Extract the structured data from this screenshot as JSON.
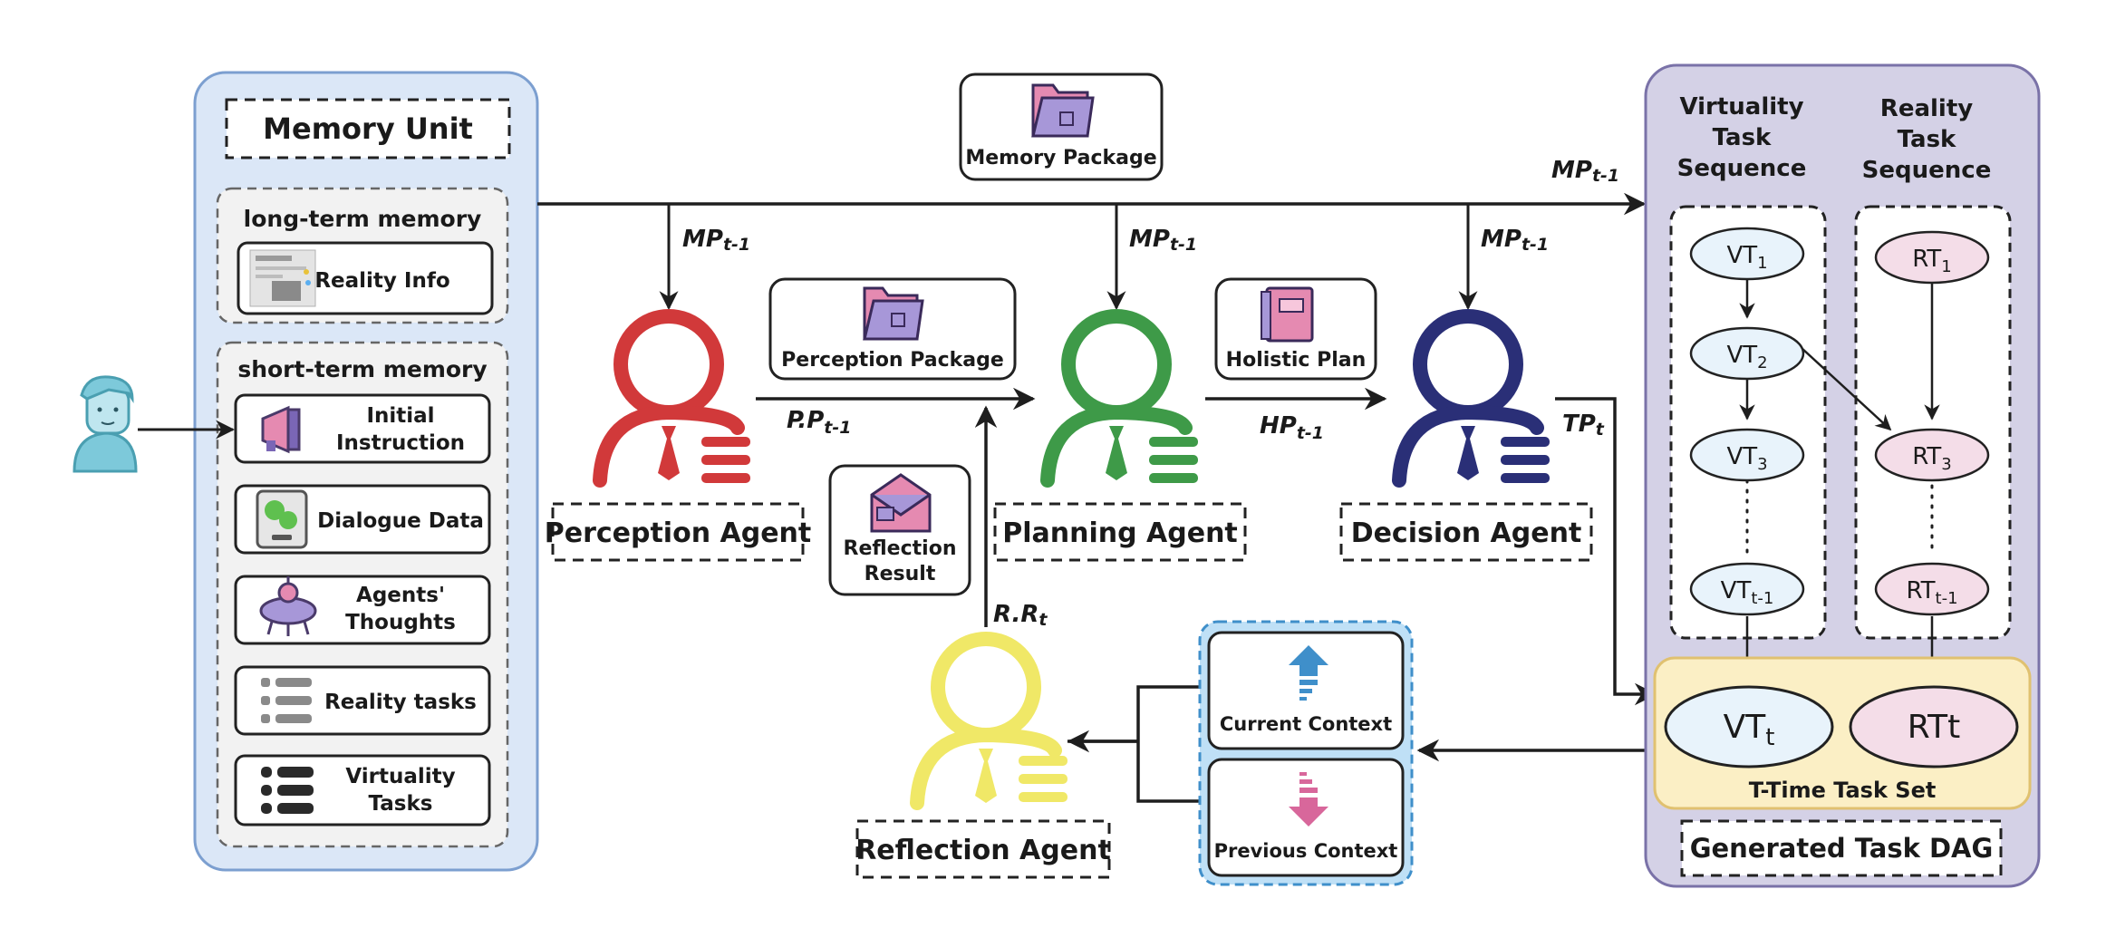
{
  "memory_unit": {
    "title": "Memory Unit",
    "long_term": {
      "title": "long-term memory",
      "items": [
        "Reality Info"
      ]
    },
    "short_term": {
      "title": "short-term memory",
      "items": [
        [
          "Initial",
          "Instruction"
        ],
        [
          "Dialogue Data"
        ],
        [
          "Agents'",
          "Thoughts"
        ],
        [
          "Reality tasks"
        ],
        [
          "Virtuality",
          "Tasks"
        ]
      ]
    }
  },
  "packages": {
    "memory": "Memory Package",
    "perception": "Perception Package",
    "holistic": "Holistic Plan",
    "reflection": [
      "Reflection",
      "Result"
    ]
  },
  "agents": {
    "perception": "Perception Agent",
    "planning": "Planning Agent",
    "decision": "Decision Agent",
    "reflection": "Reflection Agent"
  },
  "edge_labels": {
    "mp": "MP",
    "mp_sub": "t-1",
    "pp": "P.P",
    "pp_sub": "t-1",
    "hp": "HP",
    "hp_sub": "t-1",
    "tp": "TP",
    "tp_sub": "t",
    "rr": "R.R",
    "rr_sub": "t"
  },
  "context": {
    "current": "Current Context",
    "previous": "Previous Context"
  },
  "dag": {
    "virtuality_header": [
      "Virtuality",
      "Task",
      "Sequence"
    ],
    "reality_header": [
      "Reality",
      "Task",
      "Sequence"
    ],
    "vt_nodes": [
      {
        "base": "VT",
        "sub": "1"
      },
      {
        "base": "VT",
        "sub": "2"
      },
      {
        "base": "VT",
        "sub": "3"
      },
      {
        "base": "VT",
        "sub": "t-1"
      }
    ],
    "rt_nodes": [
      {
        "base": "RT",
        "sub": "1"
      },
      {
        "base": "RT",
        "sub": "3"
      },
      {
        "base": "RT",
        "sub": "t-1"
      }
    ],
    "t_set": {
      "vt": {
        "base": "VT",
        "sub": "t"
      },
      "rt": {
        "base": "RT",
        "sub": "t"
      },
      "label": "T-Time Task Set"
    },
    "title": "Generated Task DAG"
  },
  "colors": {
    "perception": "#d1393a",
    "planning": "#3e9a48",
    "decision": "#2a2f77",
    "reflection": "#f0e867",
    "memory_bg": "#dbe7f7",
    "memory_border": "#7c9fd0",
    "dag_bg": "#d4d1e6",
    "dag_border": "#7a72a8",
    "vt_fill": "#e8f3fb",
    "rt_fill": "#f4dde8",
    "tset_bg": "#fbefc5",
    "tset_border": "#e0c170",
    "context_bg": "#bfe0f6",
    "context_border": "#3f8fca",
    "user": "#7dc9da"
  }
}
